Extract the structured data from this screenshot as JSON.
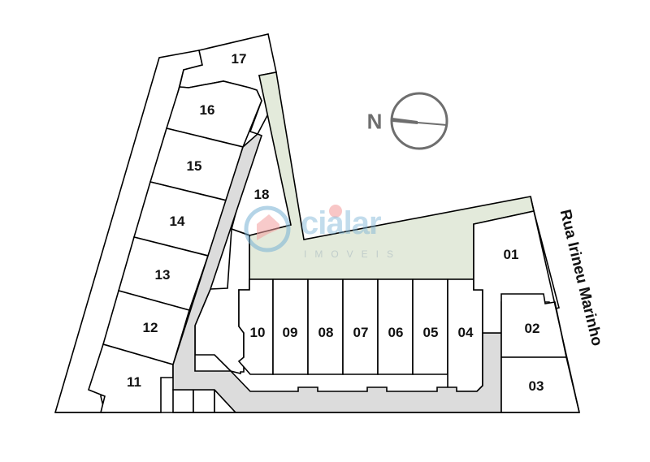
{
  "site_plan": {
    "compass": {
      "label": "N",
      "color": "#6e6e6e"
    },
    "street": {
      "name": "Rua Irineu Marinho"
    },
    "watermark": {
      "brand": "cialar",
      "subtitle": "IMOVEIS",
      "brand_color": "#78b2d4",
      "house_color": "#f4a0a0"
    },
    "colors": {
      "lot_fill": "#ffffff",
      "corridor_fill": "#dcdcdc",
      "green_area_fill": "#e3eadb",
      "outline": "#000000"
    },
    "lots": [
      {
        "id": "01",
        "label": "01"
      },
      {
        "id": "02",
        "label": "02"
      },
      {
        "id": "03",
        "label": "03"
      },
      {
        "id": "04",
        "label": "04"
      },
      {
        "id": "05",
        "label": "05"
      },
      {
        "id": "06",
        "label": "06"
      },
      {
        "id": "07",
        "label": "07"
      },
      {
        "id": "08",
        "label": "08"
      },
      {
        "id": "09",
        "label": "09"
      },
      {
        "id": "10",
        "label": "10"
      },
      {
        "id": "11",
        "label": "11"
      },
      {
        "id": "12",
        "label": "12"
      },
      {
        "id": "13",
        "label": "13"
      },
      {
        "id": "14",
        "label": "14"
      },
      {
        "id": "15",
        "label": "15"
      },
      {
        "id": "16",
        "label": "16"
      },
      {
        "id": "17",
        "label": "17"
      },
      {
        "id": "18",
        "label": "18"
      }
    ]
  }
}
